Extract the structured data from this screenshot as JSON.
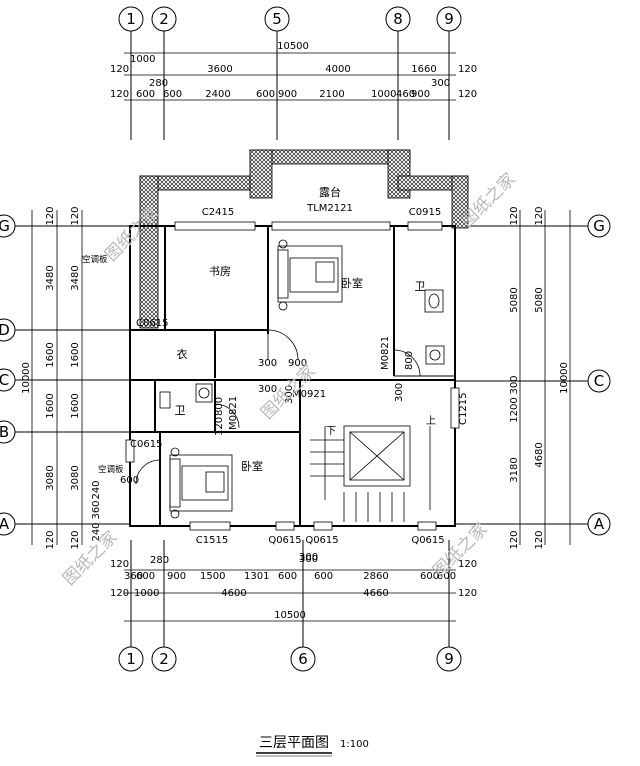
{
  "title": {
    "main": "三层平面图",
    "scale": "1:100"
  },
  "axes": {
    "top": [
      "1",
      "2",
      "5",
      "8",
      "9"
    ],
    "bottom": [
      "1",
      "2",
      "6",
      "9"
    ],
    "left": [
      "G",
      "D",
      "C",
      "B",
      "A"
    ],
    "right": [
      "G",
      "C",
      "A"
    ]
  },
  "dims": {
    "top": {
      "total": "10500",
      "row2": [
        "120",
        "1000",
        "3600",
        "4000",
        "1660",
        "120"
      ],
      "row3": [
        "120",
        "600",
        "280",
        "600",
        "2400",
        "600",
        "900",
        "2100",
        "1000",
        "460",
        "900",
        "300",
        "120"
      ]
    },
    "bottom": {
      "row1": [
        "120",
        "360",
        "280",
        "600",
        "900",
        "1500",
        "1301",
        "600",
        "300",
        "600",
        "2860",
        "600",
        "600",
        "120"
      ],
      "row2": [
        "120",
        "1000",
        "4600",
        "4660",
        "120"
      ],
      "total": "10500"
    },
    "left": {
      "inner": [
        "120",
        "3480",
        "1600",
        "1600",
        "3080",
        "120"
      ],
      "outer": [
        "120",
        "3480",
        "1600",
        "1600",
        "3080",
        "120"
      ],
      "small": [
        "240",
        "360",
        "240"
      ],
      "total": "10000"
    },
    "right": {
      "inner": [
        "120",
        "5080",
        "300",
        "1200",
        "3180",
        "120"
      ],
      "outer": [
        "120",
        "5080",
        "4680",
        "120"
      ],
      "total": "10000"
    }
  },
  "rooms": {
    "terrace": "露台",
    "terrace_door": "TLM2121",
    "study": "书房",
    "bedroom1": "卧室",
    "bath1": "卫",
    "closet": "衣",
    "bath2": "卫",
    "bedroom2": "卧室",
    "ac1": "空调板",
    "ac2": "空调板"
  },
  "labels": {
    "c2415": "C2415",
    "c0915": "C0915",
    "c0615_top": "C0615",
    "m0821_a": "M0821",
    "m0821_b": "M0821",
    "m0921": "M0921",
    "c1215": "C1215",
    "c0615_left": "C0615",
    "c1515": "C1515",
    "q0615_a": "Q0615",
    "q0615_b": "Q0615",
    "q0615_c": "Q0615",
    "d300a": "300",
    "d900a": "900",
    "d300b": "300",
    "d800a": "800",
    "d300c": "300",
    "d300d": "300",
    "d120": "120",
    "d800b": "800",
    "d600": "600",
    "d300e": "300",
    "stair_down": "下",
    "stair_up": "上"
  },
  "watermark": "图纸之家"
}
